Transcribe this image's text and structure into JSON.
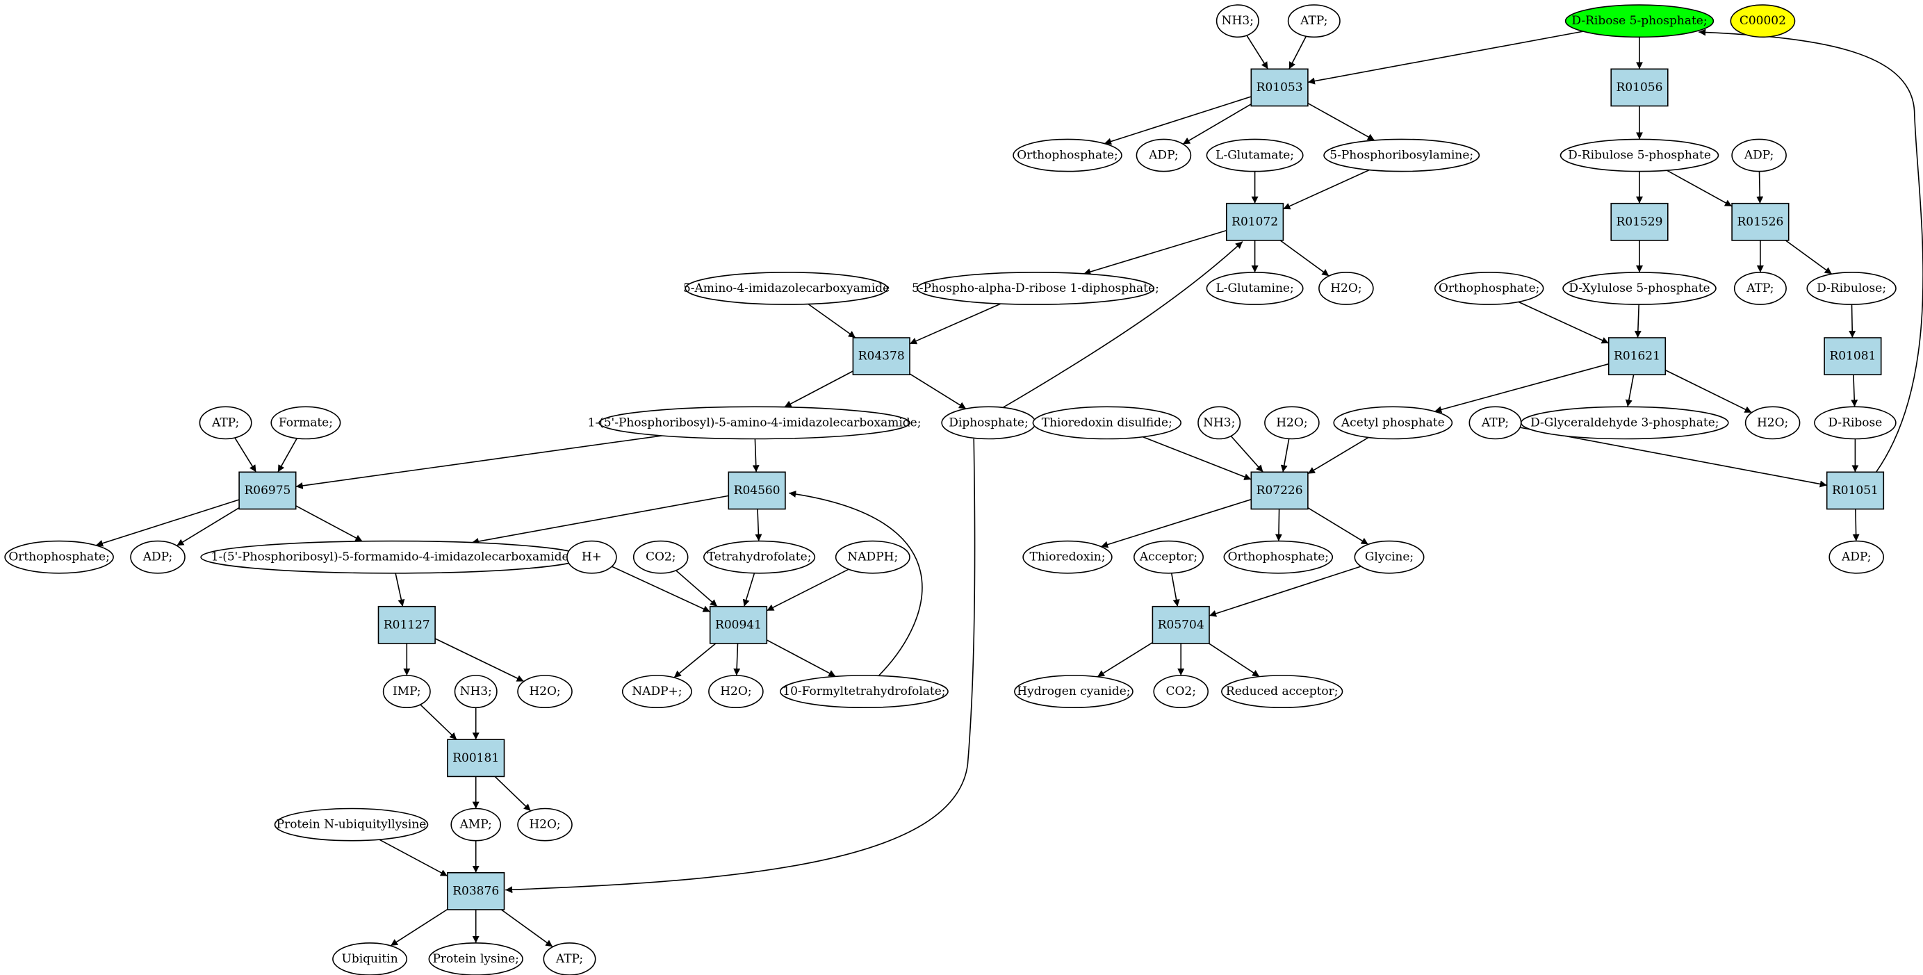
{
  "colors": {
    "reaction_fill": "#add8e6",
    "compound_fill": "#ffffff",
    "highlight_green": "#00ff00",
    "highlight_yellow": "#ffff00",
    "stroke": "#000000"
  },
  "compounds": {
    "nh3_top": "NH3;",
    "atp_top": "ATP;",
    "d_ribose_5p": "D-Ribose 5-phosphate;",
    "c00002": "C00002",
    "orthophosphate_1": "Orthophosphate;",
    "adp_1": "ADP;",
    "l_glutamate": "L-Glutamate;",
    "phosphoribosylamine": "5-Phosphoribosylamine;",
    "d_ribulose_5p": "D-Ribulose 5-phosphate",
    "adp_2": "ADP;",
    "aica": "5-Amino-4-imidazolecarboxyamide",
    "prpp": "5-Phospho-alpha-D-ribose 1-diphosphate;",
    "l_glutamine": "L-Glutamine;",
    "h2o_1": "H2O;",
    "orthophosphate_2": "Orthophosphate;",
    "d_xylulose_5p": "D-Xylulose 5-phosphate",
    "atp_2": "ATP;",
    "d_ribulose": "D-Ribulose;",
    "atp_3": "ATP;",
    "formate": "Formate;",
    "aicar": "1-(5'-Phosphoribosyl)-5-amino-4-imidazolecarboxamide;",
    "diphosphate": "Diphosphate;",
    "thioredoxin_disulfide": "Thioredoxin disulfide;",
    "nh3_2": "NH3;",
    "h2o_2": "H2O;",
    "acetyl_phosphate": "Acetyl phosphate",
    "atp_4": "ATP;",
    "g3p": "D-Glyceraldehyde 3-phosphate;",
    "h2o_3": "H2O;",
    "d_ribose": "D-Ribose",
    "orthophosphate_3": "Orthophosphate;",
    "adp_3": "ADP;",
    "faicar": "1-(5'-Phosphoribosyl)-5-formamido-4-imidazolecarboxamide;",
    "h_plus": "H+",
    "co2_1": "CO2;",
    "thf": "Tetrahydrofolate;",
    "nadph": "NADPH;",
    "thioredoxin": "Thioredoxin;",
    "acceptor": "Acceptor;",
    "orthophosphate_4": "Orthophosphate;",
    "glycine": "Glycine;",
    "adp_4": "ADP;",
    "imp": "IMP;",
    "nh3_3": "NH3;",
    "h2o_4": "H2O;",
    "nadp": "NADP+;",
    "h2o_5": "H2O;",
    "formyl_thf": "10-Formyltetrahydrofolate;",
    "hcn": "Hydrogen cyanide;",
    "co2_2": "CO2;",
    "reduced_acceptor": "Reduced acceptor;",
    "amp": "AMP;",
    "h2o_6": "H2O;",
    "protein_n_ubiquityllysine": "Protein N-ubiquityllysine",
    "ubiquitin": "Ubiquitin",
    "protein_lysine": "Protein lysine;",
    "atp_5": "ATP;"
  },
  "reactions": {
    "R01053": "R01053",
    "R01056": "R01056",
    "R01072": "R01072",
    "R01529": "R01529",
    "R01526": "R01526",
    "R04378": "R04378",
    "R01621": "R01621",
    "R01081": "R01081",
    "R06975": "R06975",
    "R04560": "R04560",
    "R07226": "R07226",
    "R01051": "R01051",
    "R01127": "R01127",
    "R00941": "R00941",
    "R05704": "R05704",
    "R00181": "R00181",
    "R03876": "R03876"
  },
  "edges": [
    [
      "nh3_top",
      "R01053"
    ],
    [
      "atp_top",
      "R01053"
    ],
    [
      "d_ribose_5p",
      "R01053"
    ],
    [
      "d_ribose_5p",
      "R01056"
    ],
    [
      "R01053",
      "orthophosphate_1"
    ],
    [
      "R01053",
      "adp_1"
    ],
    [
      "R01053",
      "phosphoribosylamine"
    ],
    [
      "R01056",
      "d_ribulose_5p"
    ],
    [
      "d_ribulose_5p",
      "R01529"
    ],
    [
      "d_ribulose_5p",
      "R01526"
    ],
    [
      "adp_2",
      "R01526"
    ],
    [
      "l_glutamate",
      "R01072"
    ],
    [
      "phosphoribosylamine",
      "R01072"
    ],
    [
      "R01072",
      "prpp"
    ],
    [
      "R01072",
      "l_glutamine"
    ],
    [
      "R01072",
      "h2o_1"
    ],
    [
      "R01529",
      "d_xylulose_5p"
    ],
    [
      "R01526",
      "atp_2"
    ],
    [
      "R01526",
      "d_ribulose"
    ],
    [
      "aica",
      "R04378"
    ],
    [
      "prpp",
      "R04378"
    ],
    [
      "R04378",
      "aicar"
    ],
    [
      "R04378",
      "diphosphate"
    ],
    [
      "diphosphate",
      "R01072"
    ],
    [
      "orthophosphate_2",
      "R01621"
    ],
    [
      "d_xylulose_5p",
      "R01621"
    ],
    [
      "R01621",
      "acetyl_phosphate"
    ],
    [
      "R01621",
      "g3p"
    ],
    [
      "R01621",
      "h2o_3"
    ],
    [
      "d_ribulose",
      "R01081"
    ],
    [
      "R01081",
      "d_ribose"
    ],
    [
      "atp_3",
      "R06975"
    ],
    [
      "formate",
      "R06975"
    ],
    [
      "aicar",
      "R06975"
    ],
    [
      "aicar",
      "R04560"
    ],
    [
      "thioredoxin_disulfide",
      "R07226"
    ],
    [
      "nh3_2",
      "R07226"
    ],
    [
      "h2o_2",
      "R07226"
    ],
    [
      "acetyl_phosphate",
      "R07226"
    ],
    [
      "atp_4",
      "R01051"
    ],
    [
      "d_ribose",
      "R01051"
    ],
    [
      "R01051",
      "d_ribose_5p"
    ],
    [
      "R01051",
      "adp_4"
    ],
    [
      "R06975",
      "orthophosphate_3"
    ],
    [
      "R06975",
      "adp_3"
    ],
    [
      "R06975",
      "faicar"
    ],
    [
      "R04560",
      "faicar"
    ],
    [
      "R04560",
      "thf"
    ],
    [
      "h_plus",
      "R00941"
    ],
    [
      "co2_1",
      "R00941"
    ],
    [
      "thf",
      "R00941"
    ],
    [
      "nadph",
      "R00941"
    ],
    [
      "R07226",
      "thioredoxin"
    ],
    [
      "R07226",
      "orthophosphate_4"
    ],
    [
      "R07226",
      "glycine"
    ],
    [
      "acceptor",
      "R05704"
    ],
    [
      "glycine",
      "R05704"
    ],
    [
      "faicar",
      "R01127"
    ],
    [
      "R01127",
      "imp"
    ],
    [
      "R01127",
      "h2o_4"
    ],
    [
      "R00941",
      "nadp"
    ],
    [
      "R00941",
      "h2o_5"
    ],
    [
      "R00941",
      "formyl_thf"
    ],
    [
      "formyl_thf",
      "R04560"
    ],
    [
      "R05704",
      "hcn"
    ],
    [
      "R05704",
      "co2_2"
    ],
    [
      "R05704",
      "reduced_acceptor"
    ],
    [
      "imp",
      "R00181"
    ],
    [
      "nh3_3",
      "R00181"
    ],
    [
      "R00181",
      "amp"
    ],
    [
      "R00181",
      "h2o_6"
    ],
    [
      "amp",
      "R03876"
    ],
    [
      "protein_n_ubiquityllysine",
      "R03876"
    ],
    [
      "diphosphate",
      "R03876"
    ],
    [
      "R03876",
      "ubiquitin"
    ],
    [
      "R03876",
      "protein_lysine"
    ],
    [
      "R03876",
      "atp_5"
    ]
  ]
}
